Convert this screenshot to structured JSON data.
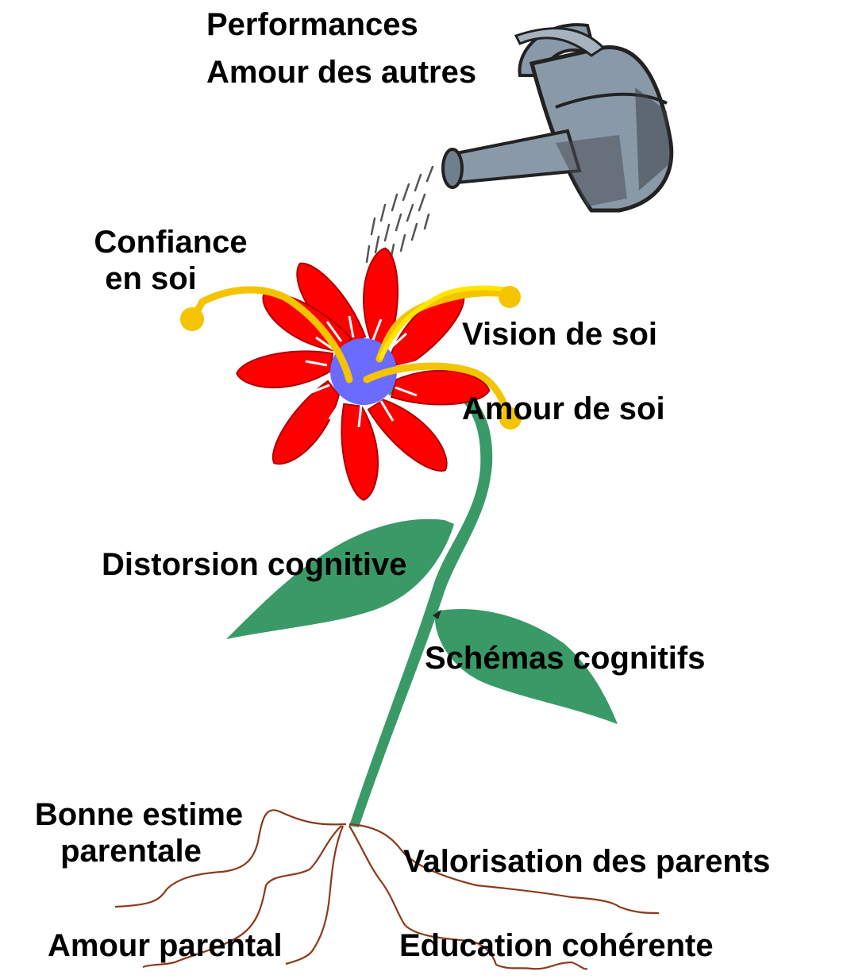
{
  "labels": {
    "performances": "Performances",
    "amour_des_autres": "Amour des autres",
    "confiance_line1": "Confiance",
    "confiance_line2": "en soi",
    "vision_de_soi": "Vision de soi",
    "amour_de_soi": "Amour de soi",
    "distorsion_cognitive": "Distorsion cognitive",
    "schemas_cognitifs": "Schémas cognitifs",
    "bonne_estime_line1": "Bonne estime",
    "bonne_estime_line2": "parentale",
    "valorisation_des_parents": "Valorisation des parents",
    "amour_parental": "Amour parental",
    "education_coherente": "Education cohérente"
  },
  "colors": {
    "petal": "#ff0000",
    "flower_center": "#6b6bff",
    "stamen": "#f5c400",
    "stem": "#3a9a67",
    "root": "#8b3a1a",
    "watering_can": "#8a99a8"
  },
  "icons": [
    "watering-can-icon",
    "flower-icon",
    "leaf-icon",
    "roots-icon"
  ]
}
